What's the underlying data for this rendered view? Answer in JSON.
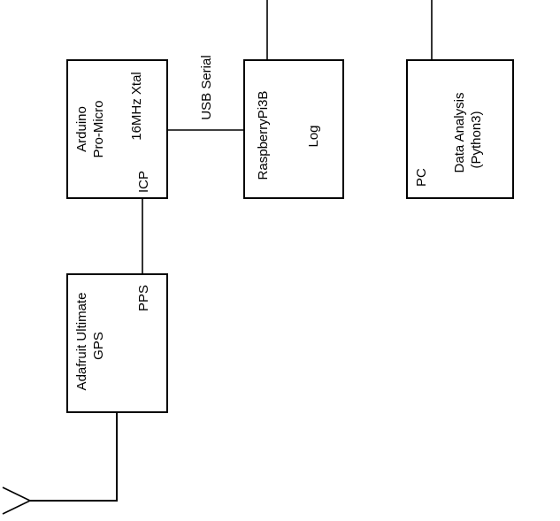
{
  "blocks": {
    "arduino": {
      "title_line1": "Arduino",
      "title_line2": "Pro-Micro",
      "xtal": "16MHz Xtal",
      "port": "ICP"
    },
    "raspberry": {
      "title": "RaspberryPi3B",
      "subtitle": "Log"
    },
    "pc": {
      "title": "PC",
      "subtitle_line1": "Data Analysis",
      "subtitle_line2": "(Python3)"
    },
    "gps": {
      "title_line1": "Adafruit Ultimate",
      "title_line2": "GPS",
      "port": "PPS"
    }
  },
  "connections": {
    "serial_label": "USB Serial"
  }
}
